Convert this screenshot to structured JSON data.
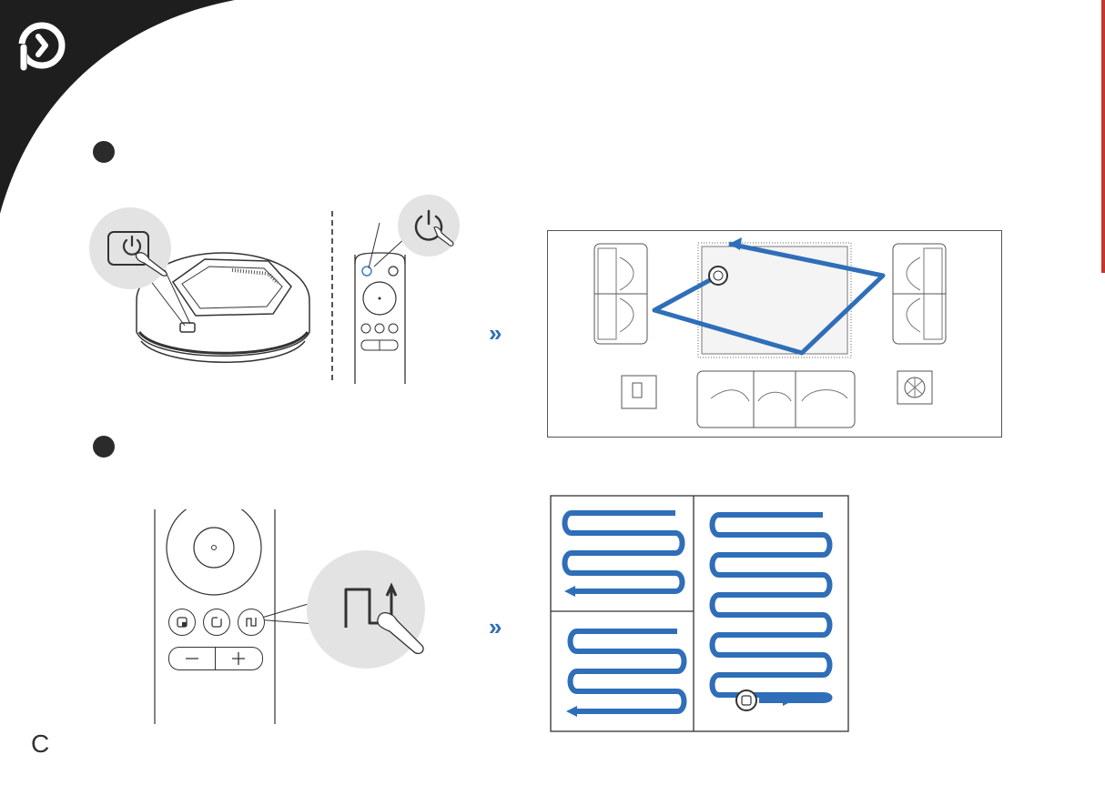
{
  "page": {
    "footer_letter": "C"
  },
  "steps": [
    {
      "marker": "step-1-marker",
      "arrow": "»"
    },
    {
      "marker": "step-2-marker",
      "arrow": "»"
    }
  ],
  "icons": {
    "brand": "brand-logo-icon",
    "power": "power-icon",
    "zigzag": "zigzag-mode-icon",
    "edge": "edge-clean-icon",
    "spot": "spot-clean-icon",
    "minus": "minus-icon",
    "plus": "plus-icon"
  },
  "colors": {
    "corner": "#1e1e1e",
    "accent_blue": "#2f6eb8",
    "stripe_red": "#c0392b",
    "callout_gray": "#e3e3e3",
    "line": "#333333"
  }
}
